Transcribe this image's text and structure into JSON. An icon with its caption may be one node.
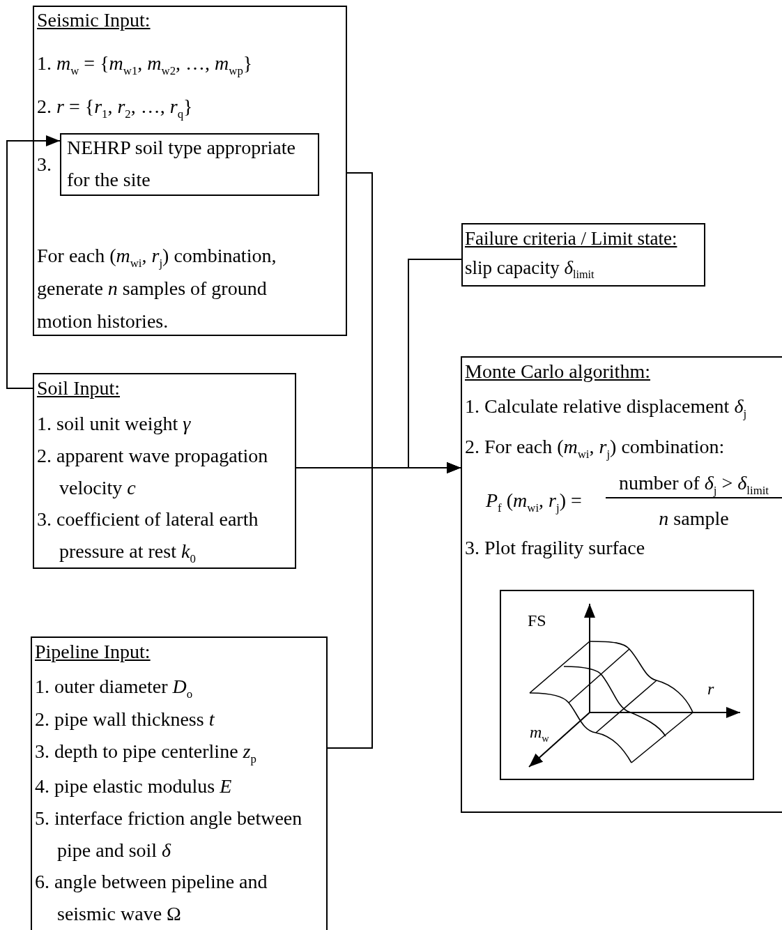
{
  "diagram": {
    "nodes": [
      {
        "text": [
          "Seismic Input:",
          "1. *m*$_{w}$ = {*m*$_{w1}$, *m*$_{w2}$, …, *m*$_{wp}$}",
          "2. *r* = {*r*$_{1}$, *r*$_{2}$, …, *r*$_{q}$}",
          "3.",
          "For each (*m*$_{wi}$, *r*$_{j}$) combination, generate *n* samples of ground motion histories."
        ]
      },
      {
        "text": [
          "NEHRP soil type appropriate for the site"
        ],
        "in": 0
      },
      {
        "text": [
          "Failure criteria / Limit state:",
          "slip capacity *δ*$_{limit}$"
        ]
      },
      {
        "text": [
          "Soil Input:",
          "1. soil unit weight *γ*",
          "2. apparent wave propagation velocity *c*",
          "3. coefficient of lateral earth pressure at rest *k*$_{0}$"
        ]
      },
      {
        "text": [
          "Monte Carlo algorithm:",
          "1. Calculate relative displacement *δ*$_{j}$",
          "2. For each (*m*$_{wi}$, *r*$_{j}$) combination:",
          "*P*$_{f}$ (*m*$_{wi}$, *r*$_{j}$) =",
          "number of *δ*$_{j}$ > *δ*$_{limit}$",
          "*n* sample",
          "3. Plot fragility surface"
        ]
      },
      {
        "text": [
          "FS",
          "*r*",
          "*m*$_{w}$"
        ],
        "in": 4
      },
      {
        "text": [
          "Pipeline Input:",
          "1. outer diameter *D*$_{o}$",
          "2. pipe wall thickness *t*",
          "3. depth to pipe centerline *z*$_{p}$",
          "4. pipe elastic modulus *E*",
          "5. interface friction angle between pipe and soil *δ*",
          "6. angle between pipeline and seismic wave Ω"
        ]
      }
    ],
    "edges": [
      {
        "from": 3,
        "to": 1,
        "arrow": "to"
      },
      {
        "from": 0,
        "to": 4,
        "arrow": "to"
      },
      {
        "from": 6,
        "to": 4,
        "arrow": "to"
      },
      {
        "from": 3,
        "to": 4,
        "arrow": "to"
      },
      {
        "from": 2,
        "to": 4,
        "arrow": "to"
      }
    ]
  }
}
